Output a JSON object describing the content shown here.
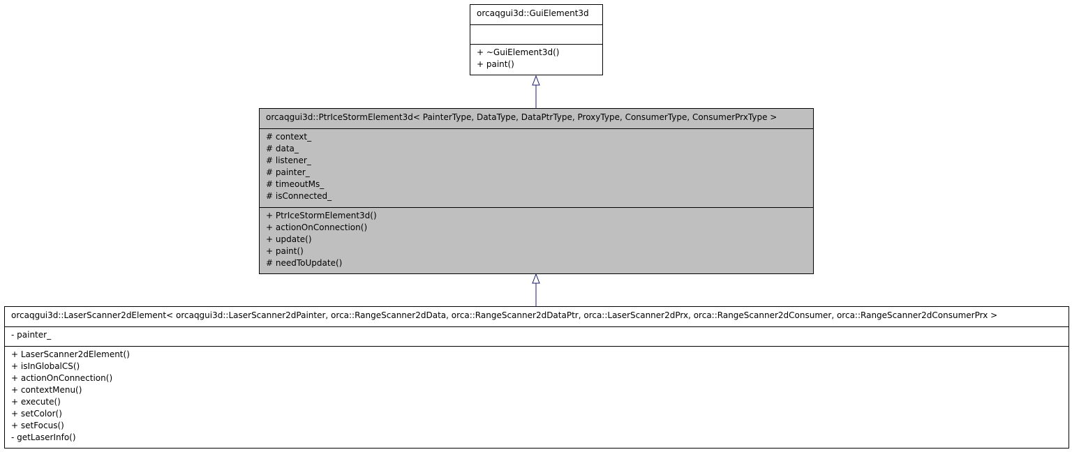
{
  "classes": {
    "base": {
      "name": "orcaqgui3d::GuiElement3d",
      "attributes": [],
      "methods": [
        "+ ~GuiElement3d()",
        "+ paint()"
      ]
    },
    "middle": {
      "name": "orcaqgui3d::PtrIceStormElement3d< PainterType, DataType, DataPtrType, ProxyType, ConsumerType, ConsumerPrxType >",
      "fill": "#bfbfbf",
      "attributes": [
        "# context_",
        "# data_",
        "# listener_",
        "# painter_",
        "# timeoutMs_",
        "# isConnected_"
      ],
      "methods": [
        "+ PtrIceStormElement3d()",
        "+ actionOnConnection()",
        "+ update()",
        "+ paint()",
        "# needToUpdate()"
      ]
    },
    "derived": {
      "name": "orcaqgui3d::LaserScanner2dElement< orcaqgui3d::LaserScanner2dPainter, orca::RangeScanner2dData, orca::RangeScanner2dDataPtr, orca::LaserScanner2dPrx, orca::RangeScanner2dConsumer, orca::RangeScanner2dConsumerPrx >",
      "attributes": [
        "- painter_"
      ],
      "methods": [
        "+ LaserScanner2dElement()",
        "+ isInGlobalCS()",
        "+ actionOnConnection()",
        "+ contextMenu()",
        "+ execute()",
        "+ setColor()",
        "+ setFocus()",
        "- getLaserInfo()"
      ]
    }
  },
  "edge_color": "#191970"
}
